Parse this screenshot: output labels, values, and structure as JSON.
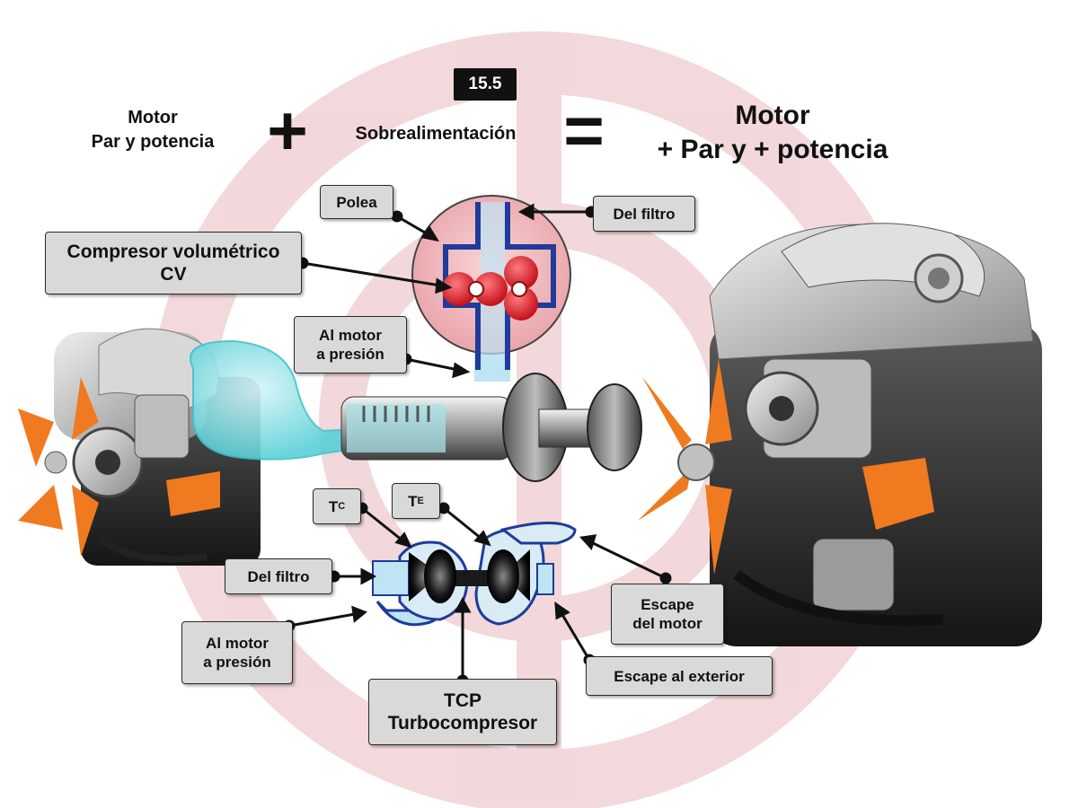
{
  "figure_number": "15.5",
  "equation": {
    "left_line1": "Motor",
    "left_line2": "Par y potencia",
    "plus_symbol": "+",
    "middle": "Sobrealimentación",
    "equals_symbol": "=",
    "right_line1": "Motor",
    "right_line2": "+ Par y + potencia"
  },
  "labels": {
    "polea": "Polea",
    "del_filtro_top": "Del filtro",
    "compresor_line1": "Compresor volumétrico",
    "compresor_line2": "CV",
    "al_motor_top_line1": "Al motor",
    "al_motor_top_line2": "a presión",
    "tc_main": "T",
    "tc_sub": "C",
    "te_main": "T",
    "te_sub": "E",
    "del_filtro_bottom": "Del filtro",
    "escape_motor_line1": "Escape",
    "escape_motor_line2": "del motor",
    "al_motor_bottom_line1": "Al motor",
    "al_motor_bottom_line2": "a presión",
    "escape_exterior": "Escape al exterior",
    "tcp_line1": "TCP",
    "tcp_line2": "Turbocompresor"
  },
  "colors": {
    "label_bg": "#d9d9d9",
    "compressor_body": "#f3c4c6",
    "rotor": "#e41e26",
    "duct": "#1f3b9b",
    "air": "#bfe4f4",
    "engine_dark": "#2a2a2a",
    "fan": "#f07a1f"
  }
}
